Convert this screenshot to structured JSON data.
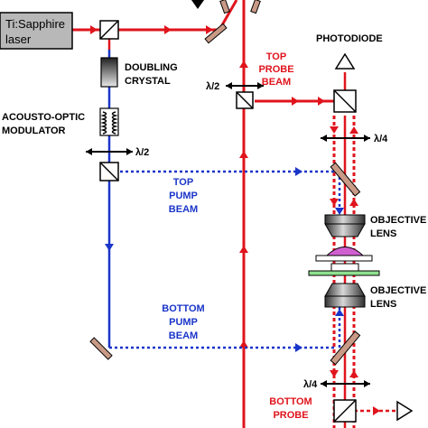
{
  "laser": {
    "line1": "Ti:Sapphire",
    "line2": "laser"
  },
  "doubling_crystal": {
    "line1": "DOUBLING",
    "line2": "CRYSTAL"
  },
  "aom": {
    "line1": "ACOUSTO-OPTIC",
    "line2": "MODULATOR"
  },
  "photodiode": "PHOTODIODE",
  "objective_top": {
    "line1": "OBJECTIVE",
    "line2": "LENS"
  },
  "objective_bottom": {
    "line1": "OBJECTIVE",
    "line2": "LENS"
  },
  "top_probe": {
    "line1": "TOP",
    "line2": "PROBE",
    "line3": "BEAM"
  },
  "top_pump": {
    "line1": "TOP",
    "line2": "PUMP",
    "line3": "BEAM"
  },
  "bottom_pump": {
    "line1": "BOTTOM",
    "line2": "PUMP",
    "line3": "BEAM"
  },
  "bottom_probe": {
    "line1": "BOTTOM",
    "line2": "PROBE"
  },
  "waveplates": {
    "half_left": "λ/2",
    "half_mid": "λ/2",
    "quarter_top": "λ/4",
    "quarter_bottom": "λ/4"
  },
  "colors": {
    "probe": "#e0141c",
    "pump": "#1a35c9",
    "optic": "#c89a86",
    "laser_box": "#b8b8b8",
    "glass": "#8fe08f",
    "sample": "#d060d0"
  }
}
